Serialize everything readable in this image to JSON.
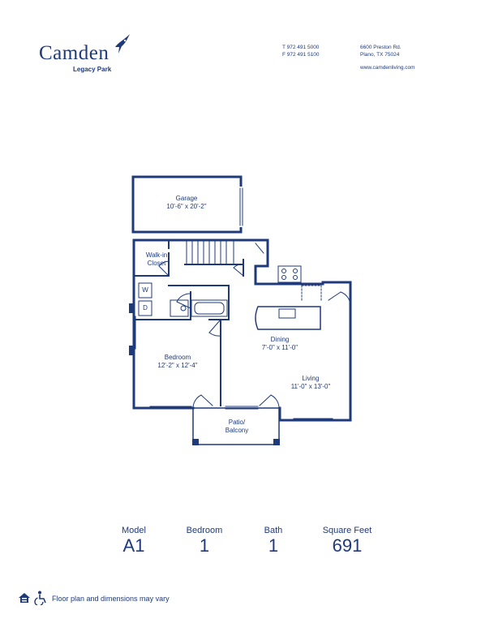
{
  "header": {
    "brand": "Camden",
    "community": "Legacy Park",
    "phone": "T 972 491 5000",
    "fax": "F 972 491 5100",
    "address_line1": "6600 Preston Rd.",
    "address_line2": "Plano, TX 75024",
    "website": "www.camdenliving.com"
  },
  "rooms": {
    "garage": {
      "name": "Garage",
      "dims": "10'-6\" x 20'-2\""
    },
    "closet": {
      "line1": "Walk-in",
      "line2": "Closet"
    },
    "washer": "W",
    "dryer": "D",
    "bedroom": {
      "name": "Bedroom",
      "dims": "12'-2\" x 12'-4\""
    },
    "dining": {
      "name": "Dining",
      "dims": "7'-0\" x 11'-0\""
    },
    "living": {
      "name": "Living",
      "dims": "11'-0\" x 13'-0\""
    },
    "patio": {
      "line1": "Patio/",
      "line2": "Balcony"
    }
  },
  "stats": [
    {
      "label": "Model",
      "value": "A1"
    },
    {
      "label": "Bedroom",
      "value": "1"
    },
    {
      "label": "Bath",
      "value": "1"
    },
    {
      "label": "Square Feet",
      "value": "691"
    }
  ],
  "footer": {
    "disclaimer": "Floor plan and dimensions may vary",
    "icons": [
      "equal-housing-icon",
      "wheelchair-icon"
    ]
  },
  "colors": {
    "brand": "#1f3a7a",
    "line": "#1f3a7a"
  }
}
